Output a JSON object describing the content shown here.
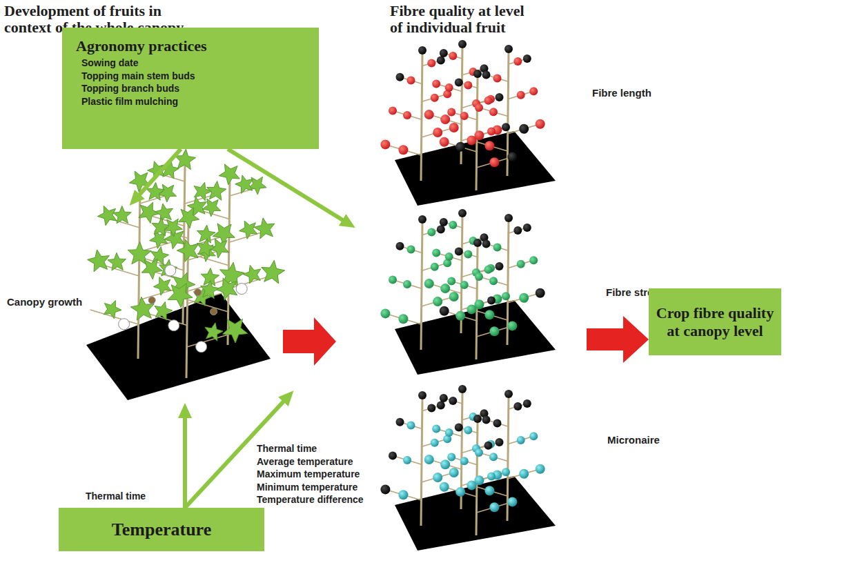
{
  "diagram": {
    "nodes": [
      {
        "text": [
          "Agronomy practices",
          "Sowing date",
          "Topping main stem buds",
          "Topping branch buds",
          "Plastic film mulching"
        ]
      },
      {
        "text": [
          "Crop fibre quality at canopy level"
        ]
      },
      {
        "text": [
          "Temperature"
        ]
      }
    ],
    "labels": [
      "Development of fruits in context of the whole canopy",
      "Fibre quality at level of individual fruit",
      "Canopy growth",
      "Fibre length",
      "Fibre strength",
      "Micronaire",
      "Thermal time",
      "Thermal time",
      "Average temperature",
      "Maximum temperature",
      "Minimum temperature",
      "Temperature difference"
    ]
  }
}
